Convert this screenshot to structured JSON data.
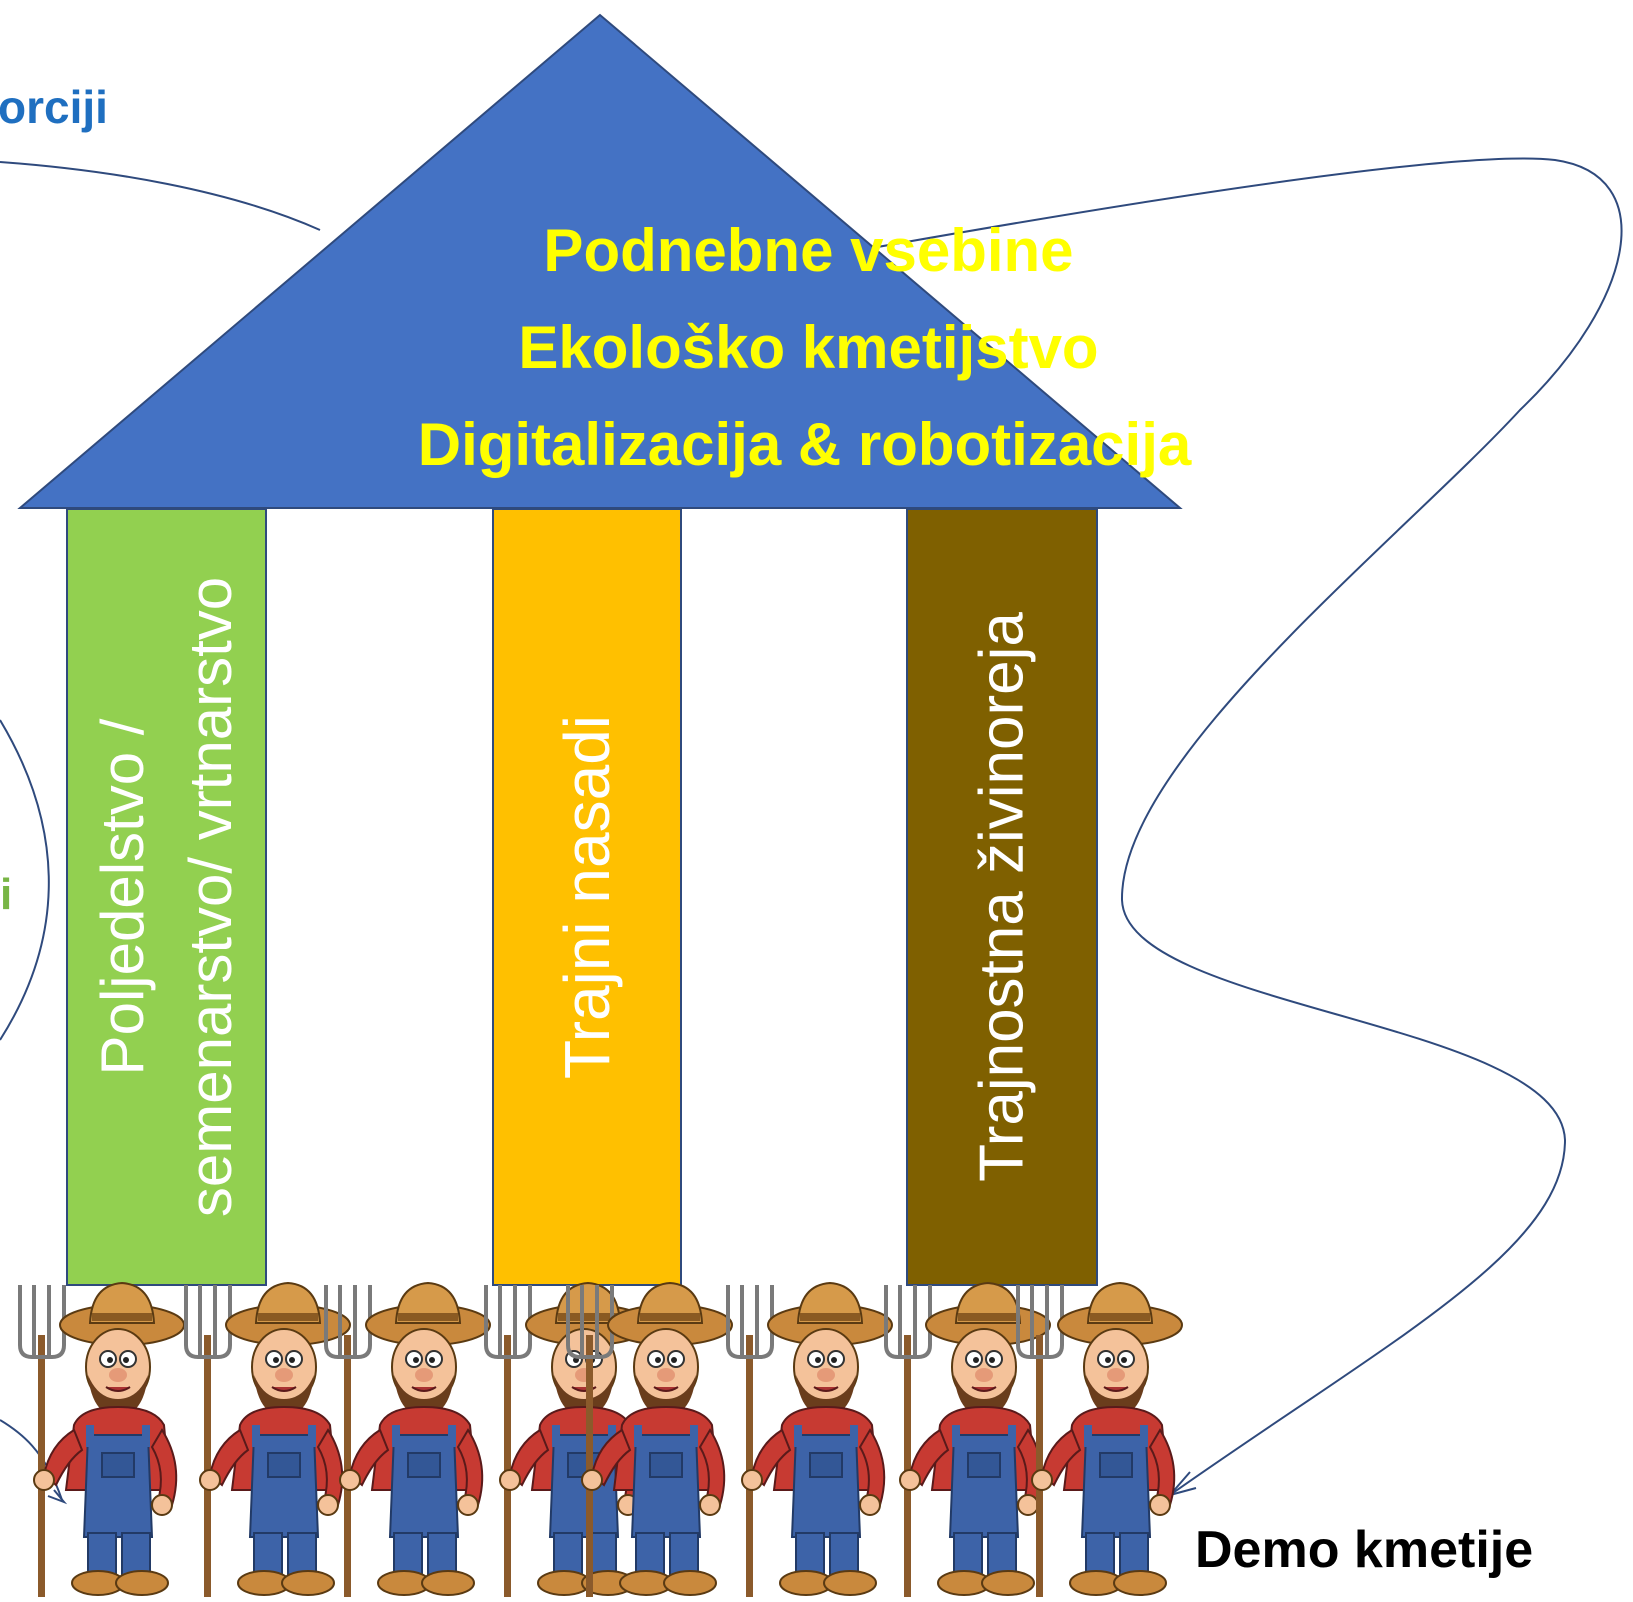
{
  "labels": {
    "top_left": "orciji",
    "middle_left": "i",
    "bottom_right": "Demo kmetije"
  },
  "roof": {
    "line1": "Podnebne vsebine",
    "line2": "Ekološko kmetijstvo",
    "line3": "Digitalizacija & robotizacija",
    "color": "#4472c4",
    "text_color": "#ffff00"
  },
  "pillars": [
    {
      "line1": "Poljedelstvo /",
      "line2": "semenarstvo/ vrtnarstvo",
      "color": "#92d050"
    },
    {
      "text": "Trajni nasadi",
      "color": "#ffc000"
    },
    {
      "text": "Trajnostna živinoreja",
      "color": "#7f6000"
    }
  ],
  "farmers": {
    "count": 8,
    "icon": "farmer-icon"
  },
  "line_color": "#2f4a7d"
}
